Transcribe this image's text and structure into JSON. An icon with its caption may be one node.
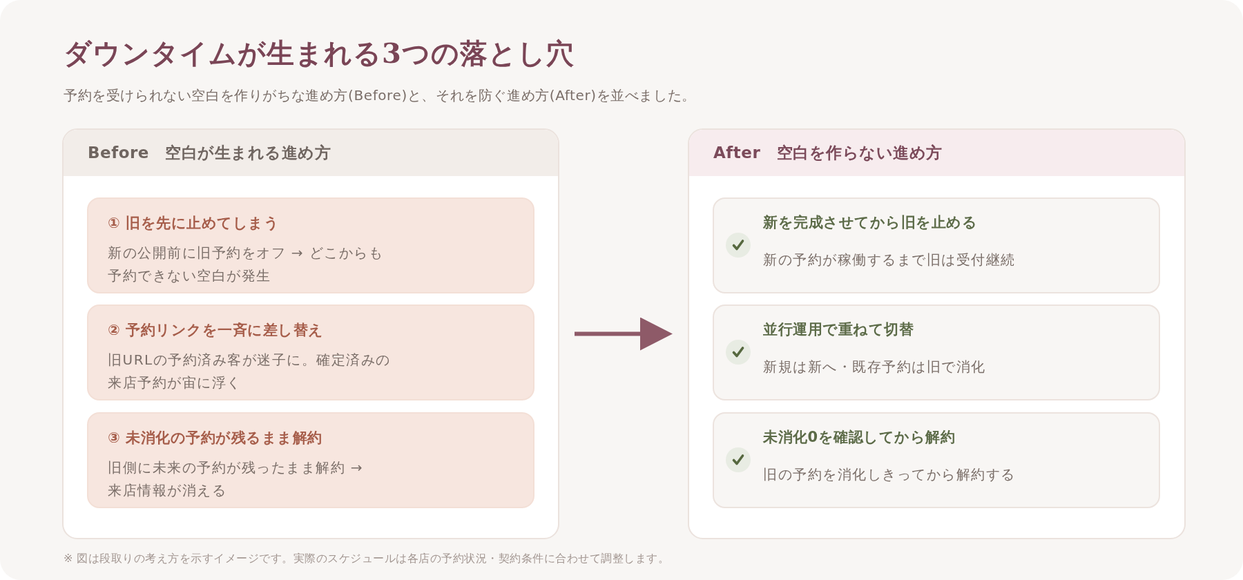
{
  "diagram": {
    "title": "ダウンタイムが生まれる3つの落とし穴",
    "caption": "※ 図は段取りの考え方を示すイメージです。実際のスケジュールは各店の予約状況・契約条件に合わせて調整します。",
    "labels": [
      "予約を受けられない空白を作りがちな進め方(Before)と、それを防ぐ進め方(After)を並べました。"
    ],
    "nodes": [
      {
        "text": [
          "Before　空白が生まれる進め方"
        ]
      },
      {
        "text": [
          "① 旧を先に止めてしまう",
          "新の公開前に旧予約をオフ → どこからも予約できない空白が発生"
        ],
        "in": 0
      },
      {
        "text": [
          "② 予約リンクを一斉に差し替え",
          "旧URLの予約済み客が迷子に。確定済みの来店予約が宙に浮く"
        ],
        "in": 0
      },
      {
        "text": [
          "③ 未消化の予約が残るまま解約",
          "旧側に未来の予約が残ったまま解約 → 来店情報が消える"
        ],
        "in": 0
      },
      {
        "text": [
          "After　空白を作らない進め方"
        ]
      },
      {
        "text": [
          "新を完成させてから旧を止める",
          "新の予約が稼働するまで旧は受付継続"
        ],
        "in": 4
      },
      {
        "text": [
          "並行運用で重ねて切替",
          "新規は新へ・既存予約は旧で消化"
        ],
        "in": 4
      },
      {
        "text": [
          "未消化0を確認してから解約",
          "旧の予約を消化しきってから解約する"
        ],
        "in": 4
      }
    ],
    "edges": [
      {
        "from": 0,
        "to": 4,
        "arrow": "to"
      }
    ]
  }
}
